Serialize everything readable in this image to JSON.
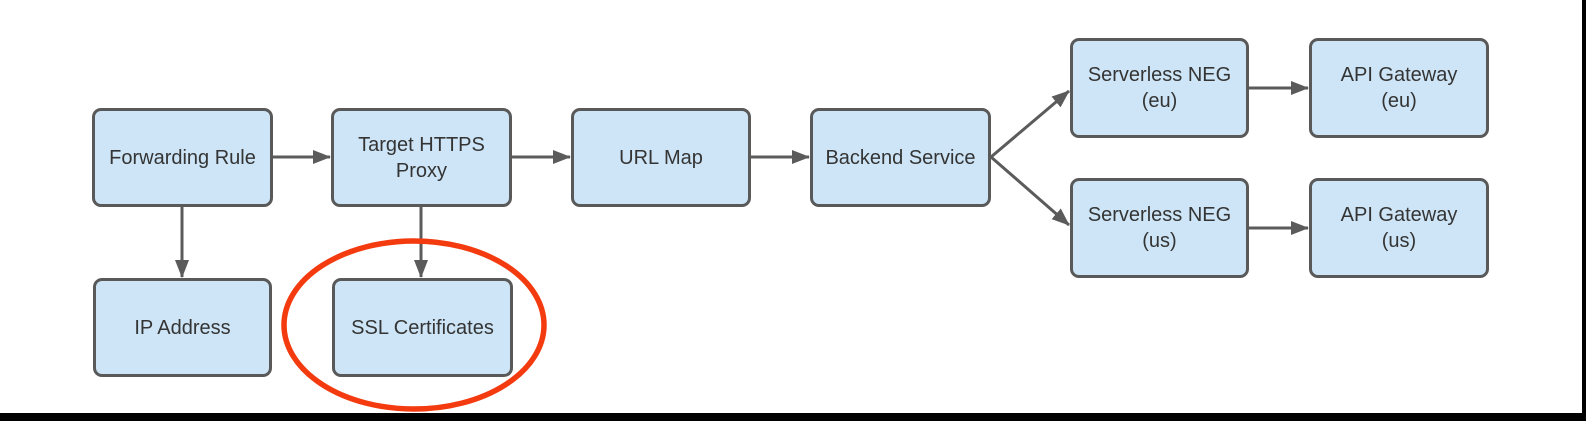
{
  "colors": {
    "node_fill": "#cde5f6",
    "node_border": "#595959",
    "node_text": "#343434",
    "arrow": "#5b5b5b",
    "highlight_ellipse": "#f43b0f",
    "frame_bar": "#000000",
    "background": "#ffffff"
  },
  "diagram": {
    "nodes": [
      {
        "id": "forwarding-rule",
        "label": "Forwarding Rule"
      },
      {
        "id": "target-https-proxy",
        "label": "Target HTTPS\nProxy"
      },
      {
        "id": "url-map",
        "label": "URL Map"
      },
      {
        "id": "backend-service",
        "label": "Backend Service"
      },
      {
        "id": "ip-address",
        "label": "IP Address"
      },
      {
        "id": "ssl-certificates",
        "label": "SSL Certificates"
      },
      {
        "id": "serverless-neg-eu",
        "label": "Serverless NEG\n(eu)"
      },
      {
        "id": "api-gateway-eu",
        "label": "API Gateway\n(eu)"
      },
      {
        "id": "serverless-neg-us",
        "label": "Serverless NEG\n(us)"
      },
      {
        "id": "api-gateway-us",
        "label": "API Gateway\n(us)"
      }
    ],
    "edges": [
      {
        "from": "forwarding-rule",
        "to": "target-https-proxy"
      },
      {
        "from": "target-https-proxy",
        "to": "url-map"
      },
      {
        "from": "url-map",
        "to": "backend-service"
      },
      {
        "from": "backend-service",
        "to": "serverless-neg-eu"
      },
      {
        "from": "backend-service",
        "to": "serverless-neg-us"
      },
      {
        "from": "serverless-neg-eu",
        "to": "api-gateway-eu"
      },
      {
        "from": "serverless-neg-us",
        "to": "api-gateway-us"
      },
      {
        "from": "forwarding-rule",
        "to": "ip-address"
      },
      {
        "from": "target-https-proxy",
        "to": "ssl-certificates"
      }
    ],
    "annotation": {
      "type": "ellipse",
      "around": "ssl-certificates",
      "color": "#f43b0f"
    }
  }
}
